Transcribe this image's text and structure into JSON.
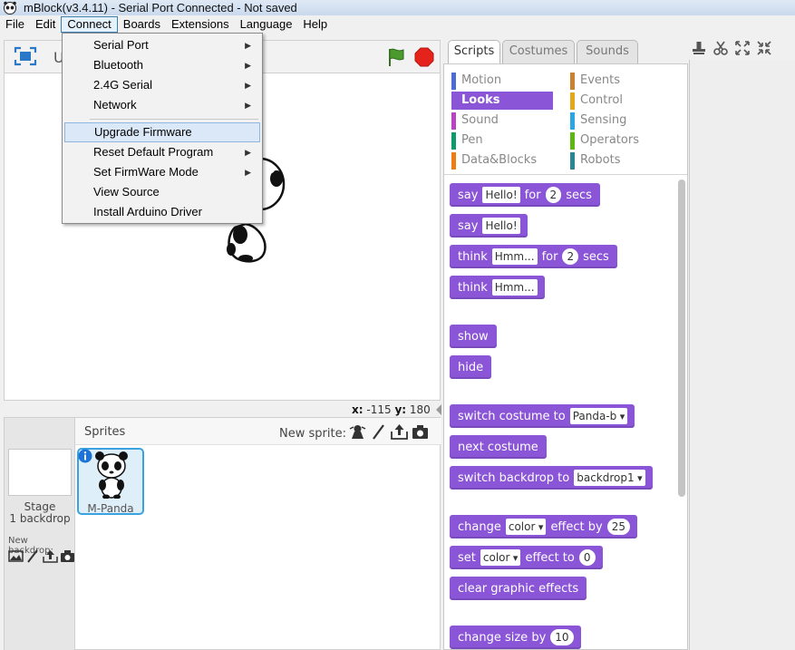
{
  "window": {
    "title": "mBlock(v3.4.11) - Serial Port Connected - Not saved"
  },
  "menubar": {
    "items": [
      "File",
      "Edit",
      "Connect",
      "Boards",
      "Extensions",
      "Language",
      "Help"
    ]
  },
  "connect_menu": {
    "items": [
      {
        "label": "Serial Port",
        "submenu": true
      },
      {
        "label": "Bluetooth",
        "submenu": true
      },
      {
        "label": "2.4G Serial",
        "submenu": true
      },
      {
        "label": "Network",
        "submenu": true
      },
      {
        "label": "Upgrade Firmware",
        "submenu": false,
        "highlighted": true
      },
      {
        "label": "Reset Default Program",
        "submenu": true
      },
      {
        "label": "Set FirmWare Mode",
        "submenu": true
      },
      {
        "label": "View Source",
        "submenu": false
      },
      {
        "label": "Install Arduino Driver",
        "submenu": false
      }
    ]
  },
  "stage": {
    "title_fragment": "U",
    "coords": {
      "x_label": "x:",
      "x_value": "-115",
      "y_label": "y:",
      "y_value": "180"
    }
  },
  "sprites_panel": {
    "sprites_label": "Sprites",
    "new_sprite_label": "New sprite:",
    "stage_label": "Stage",
    "stage_backdrops": "1 backdrop",
    "new_backdrop_label": "New backdrop:",
    "sprite_name": "M-Panda"
  },
  "tabs": [
    "Scripts",
    "Costumes",
    "Sounds"
  ],
  "categories": [
    {
      "label": "Motion",
      "color": "#4a6cd4"
    },
    {
      "label": "Events",
      "color": "#c88330"
    },
    {
      "label": "Looks",
      "color": "#8a55d7"
    },
    {
      "label": "Control",
      "color": "#e1a91a"
    },
    {
      "label": "Sound",
      "color": "#bb42c3"
    },
    {
      "label": "Sensing",
      "color": "#2ca5e2"
    },
    {
      "label": "Pen",
      "color": "#0e9a6c"
    },
    {
      "label": "Operators",
      "color": "#5cb712"
    },
    {
      "label": "Data&Blocks",
      "color": "#ee7d16"
    },
    {
      "label": "Robots",
      "color": "#2a8791"
    }
  ],
  "blocks": {
    "say_for": {
      "t1": "say",
      "in1": "Hello!",
      "t2": "for",
      "num": "2",
      "t3": "secs"
    },
    "say": {
      "t1": "say",
      "in1": "Hello!"
    },
    "think_for": {
      "t1": "think",
      "in1": "Hmm...",
      "t2": "for",
      "num": "2",
      "t3": "secs"
    },
    "think": {
      "t1": "think",
      "in1": "Hmm..."
    },
    "show": "show",
    "hide": "hide",
    "switch_costume": {
      "t1": "switch costume to",
      "dd": "Panda-b"
    },
    "next_costume": "next costume",
    "switch_backdrop": {
      "t1": "switch backdrop to",
      "dd": "backdrop1"
    },
    "change_effect": {
      "t1": "change",
      "dd": "color",
      "t2": "effect by",
      "num": "25"
    },
    "set_effect": {
      "t1": "set",
      "dd": "color",
      "t2": "effect to",
      "num": "0"
    },
    "clear_effects": "clear graphic effects",
    "change_size": {
      "t1": "change size by",
      "num": "10"
    }
  }
}
